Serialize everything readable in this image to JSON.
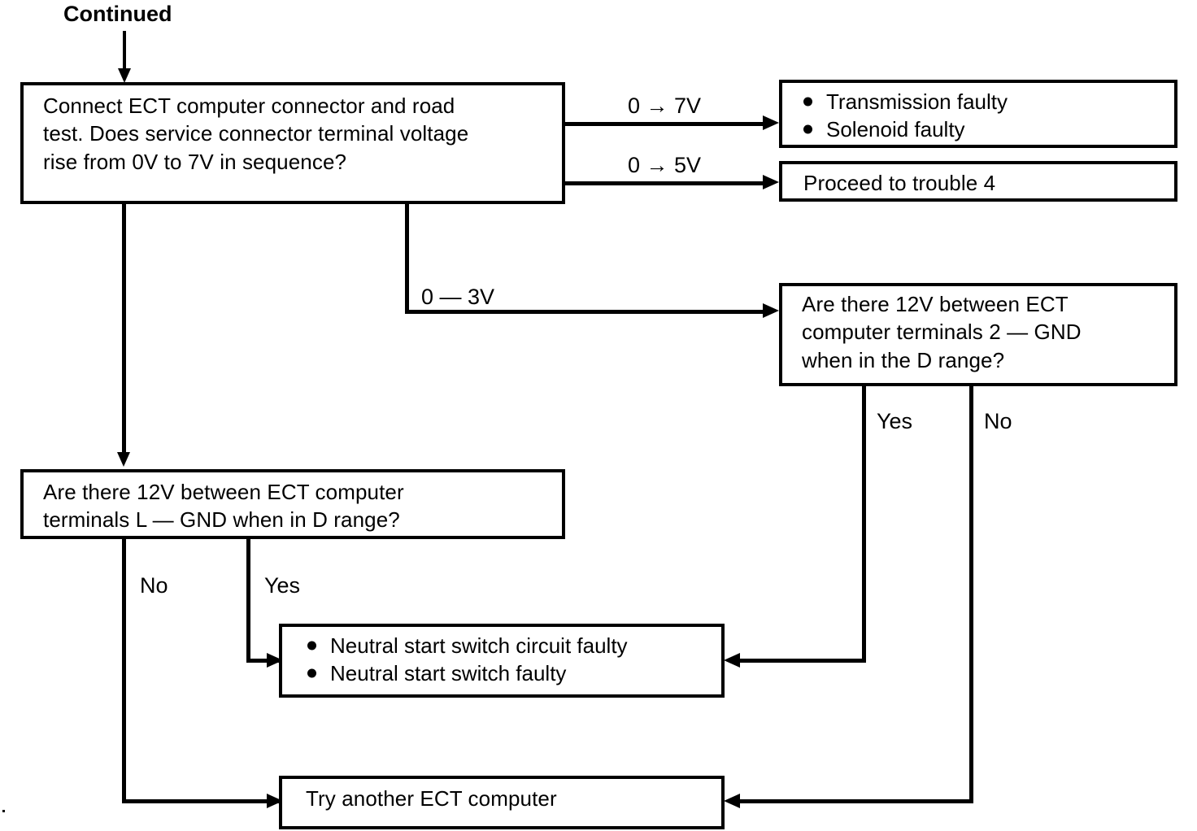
{
  "diagram": {
    "title": "ECT computer troubleshooting flowchart",
    "entry_label": "Continued",
    "line_color": "#000000",
    "background_color": "#ffffff"
  },
  "nodes": {
    "main_question": {
      "text": "Connect ECT computer connector and road\ntest.  Does service connector terminal voltage\nrise from 0V to 7V in sequence?"
    },
    "transmission_result": {
      "items": [
        "Transmission faulty",
        "Solenoid faulty"
      ]
    },
    "trouble4": {
      "text": "Proceed to trouble 4"
    },
    "terminal2_question": {
      "text": "Are there 12V between ECT\ncomputer terminals 2 — GND\nwhen in the D range?"
    },
    "terminalL_question": {
      "text": "Are there 12V between ECT computer\nterminals L — GND when in D range?"
    },
    "neutral_result": {
      "items": [
        "Neutral start switch circuit faulty",
        "Neutral start switch faulty"
      ]
    },
    "try_another": {
      "text": "Try another ECT computer"
    }
  },
  "edges": {
    "to_7v": "0 → 7V",
    "to_5v": "0 → 5V",
    "to_3v": "0 — 3V",
    "terminal2_yes": "Yes",
    "terminal2_no": "No",
    "terminalL_no": "No",
    "terminalL_yes": "Yes"
  }
}
